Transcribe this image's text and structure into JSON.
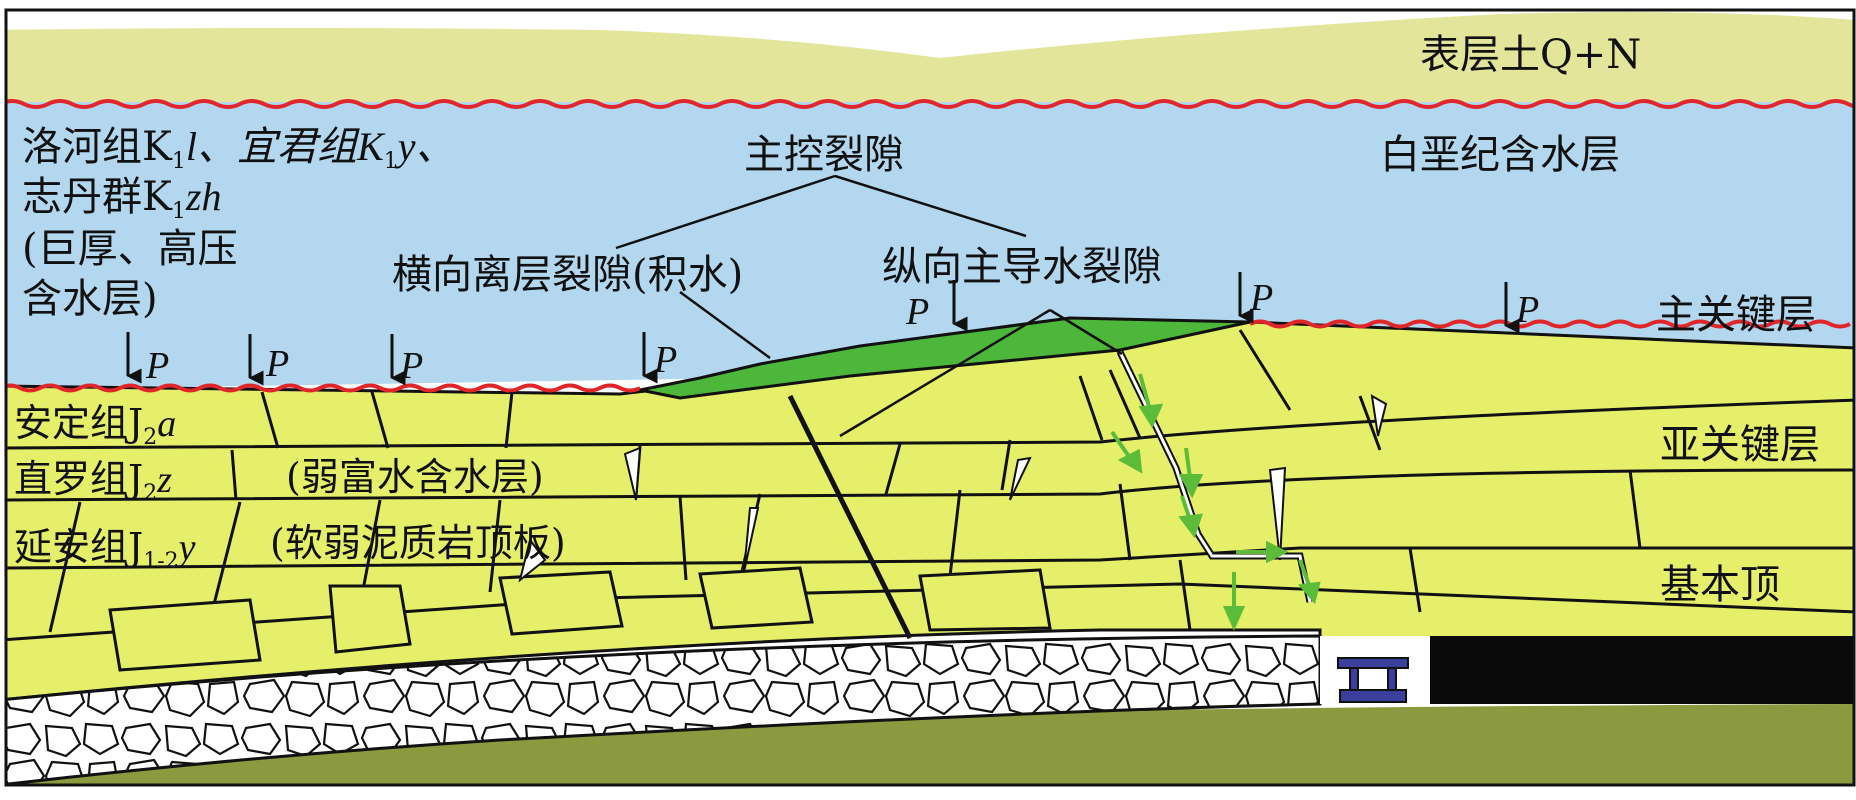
{
  "labels": {
    "topsoil": "表层土Q+N",
    "formation_line1_a": "洛河组K",
    "formation_line1_b": "l、宜君组K",
    "formation_line1_c": "y、",
    "formation_line2_a": "志丹群K",
    "formation_line2_b": "zh",
    "formation_line3": "(巨厚、高压",
    "formation_line4": "含水层)",
    "sub1": "1",
    "cretaceous_aquifer": "白垩纪含水层",
    "main_control_fracture": "主控裂隙",
    "lateral_fracture": "横向离层裂隙(积水)",
    "vertical_fracture": "纵向主导水裂隙",
    "main_key_stratum": "主关键层",
    "sub_key_stratum": "亚关键层",
    "basic_roof": "基本顶",
    "anding_a": "安定组J",
    "anding_b": "a",
    "zhiluo_a": "直罗组J",
    "zhiluo_b": "z",
    "yanan_a": "延安组J",
    "yanan_b": "y",
    "sub2": "2",
    "sub12": "1-2",
    "weak_aquifer": "(弱富水含水层)",
    "soft_roof": "(软弱泥质岩顶板)",
    "pressure": "P"
  },
  "colors": {
    "topsoil": "#e2e59a",
    "aquifer": "#b3d7ee",
    "strata": "#e5ef6a",
    "water_fracture": "#4cb73a",
    "arrow_green": "#5dbb3a",
    "unconformity": "#e0262b",
    "floor": "#8b9a3f",
    "coal": "#0a0a0a",
    "support": "#3a3f9e"
  },
  "icons": [
    "pressure-arrow-icon",
    "water-flow-arrow-icon",
    "hydraulic-support-icon"
  ]
}
